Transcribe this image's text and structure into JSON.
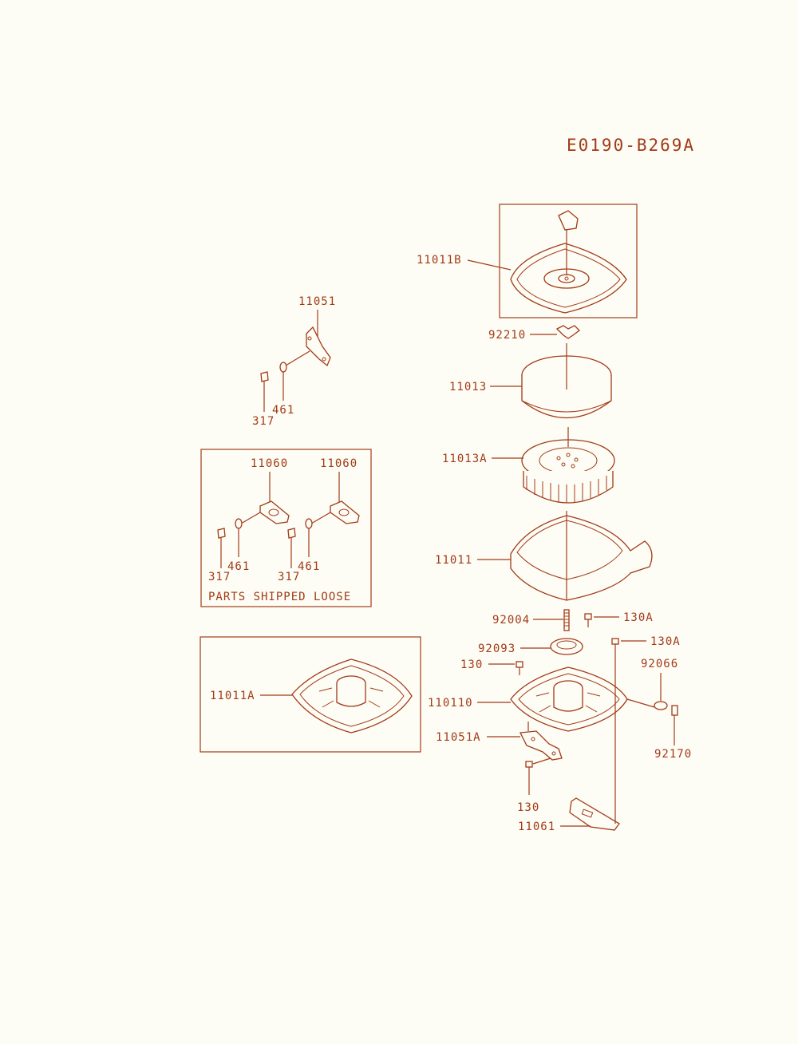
{
  "diagram_code": "E0190-B269A",
  "labels": {
    "l11011B": "11011B",
    "l92210": "92210",
    "l11013": "11013",
    "l11013A": "11013A",
    "l11011": "11011",
    "l92004": "92004",
    "l130A_1": "130A",
    "l92093": "92093",
    "l130A_2": "130A",
    "l130_1": "130",
    "l92066": "92066",
    "l110110": "110110",
    "l11051A": "11051A",
    "l92170": "92170",
    "l130_2": "130",
    "l11061": "11061",
    "l11011A": "11011A",
    "l11051": "11051",
    "l461_top": "461",
    "l317_top": "317",
    "l11060_1": "11060",
    "l11060_2": "11060",
    "l461_a": "461",
    "l317_a": "317",
    "l317_b": "317",
    "l461_b": "461"
  },
  "parts_shipped_loose": "PARTS SHIPPED LOOSE"
}
